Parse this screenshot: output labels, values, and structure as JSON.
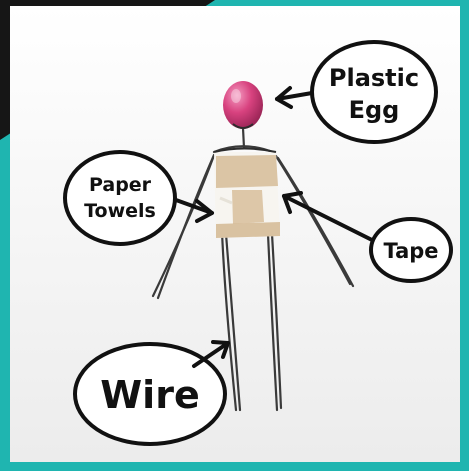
{
  "labels": {
    "plastic_egg_line1": "Plastic",
    "plastic_egg_line2": "Egg",
    "paper_towels_line1": "Paper",
    "paper_towels_line2": "Towels",
    "tape": "Tape",
    "wire": "Wire"
  },
  "colors": {
    "teal_accent": "#1fb5b0",
    "dark_frame": "#161616",
    "background": "#f4f4f4",
    "egg_pink": "#d8427f",
    "tape_tan": "#d9c2a0",
    "paper_white": "#f7f5f0",
    "wire_gray": "#3a3a3a"
  },
  "icons": [
    "arrow-icon"
  ]
}
